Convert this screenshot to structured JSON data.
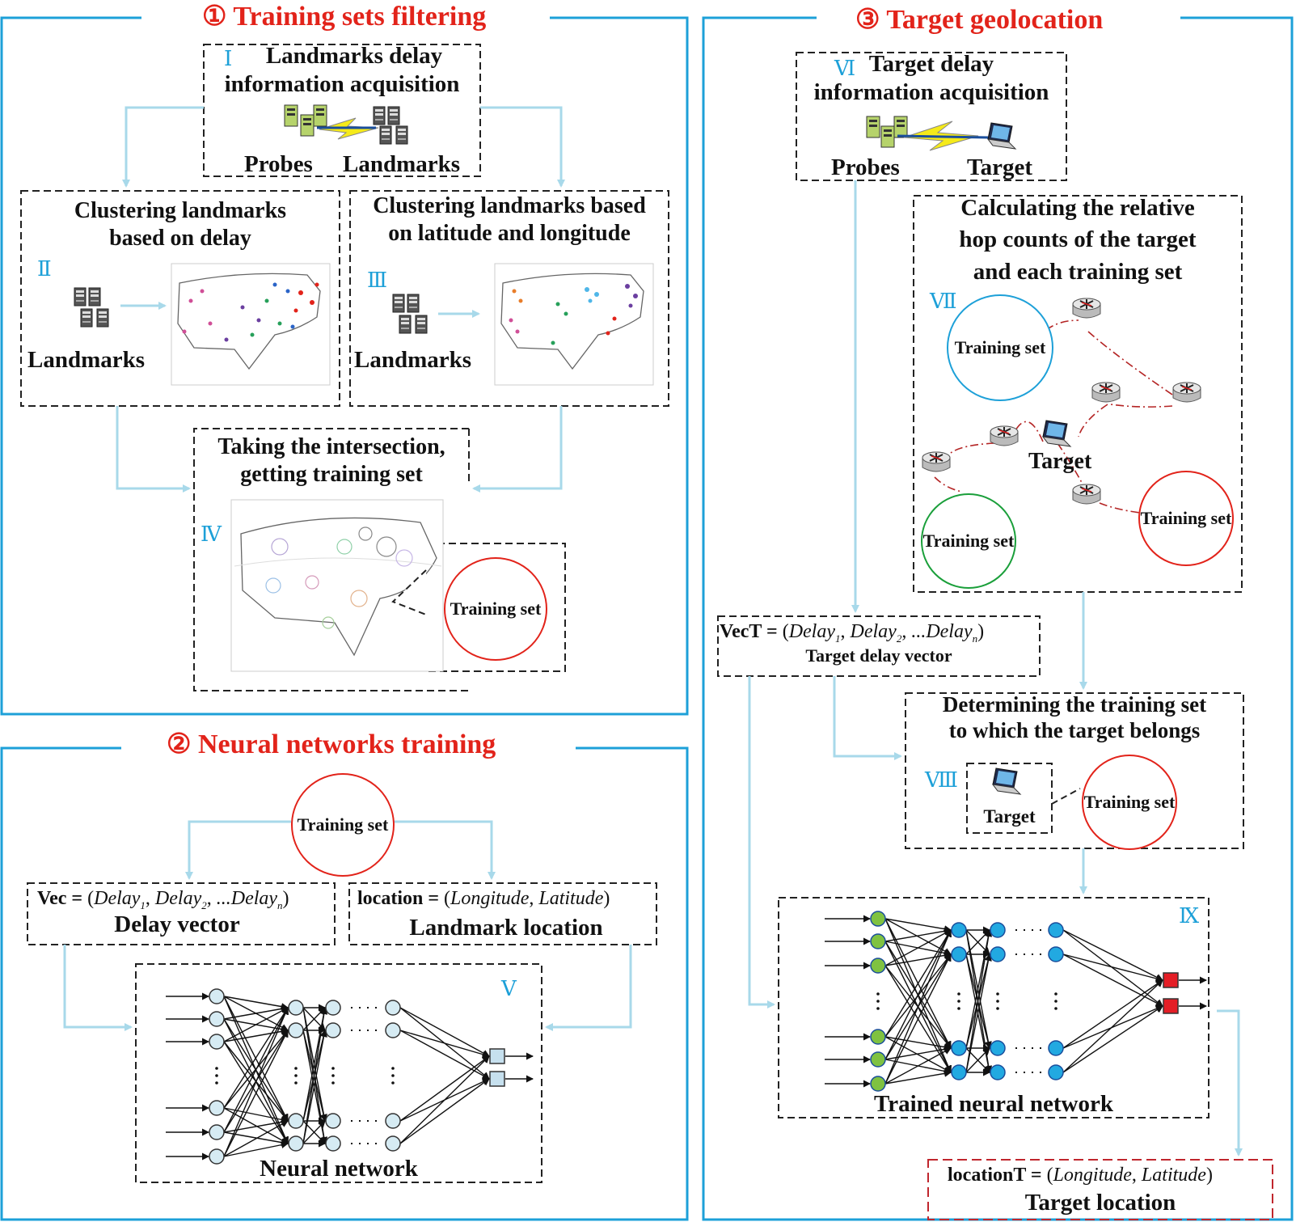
{
  "colors": {
    "accent": "#1da0d8",
    "title_red": "#e2231a",
    "arrow": "#a8d9ea",
    "green_node": "#7fc241",
    "blue_node": "#22a9e1",
    "red_out": "#e41e26",
    "gray_node": "#d6ebf3"
  },
  "sections": {
    "s1": {
      "num": "①",
      "title": "Training sets filtering"
    },
    "s2": {
      "num": "②",
      "title": "Neural networks training"
    },
    "s3": {
      "num": "③",
      "title": "Target geolocation"
    }
  },
  "steps": {
    "I": {
      "roman": "Ⅰ",
      "line1": "Landmarks delay",
      "line2": "information acquisition",
      "left": "Probes",
      "right": "Landmarks"
    },
    "II": {
      "roman": "Ⅱ",
      "line1": "Clustering landmarks",
      "line2": "based on delay",
      "caption": "Landmarks"
    },
    "III": {
      "roman": "Ⅲ",
      "line1": "Clustering landmarks based",
      "line2": "on latitude and longitude",
      "caption": "Landmarks"
    },
    "IV": {
      "roman": "Ⅳ",
      "line1": "Taking the intersection,",
      "line2": "getting training set",
      "circle": "Training set"
    },
    "V": {
      "roman": "Ⅴ",
      "caption": "Neural network"
    },
    "VI": {
      "roman": "Ⅵ",
      "line1": "Target delay",
      "line2": "information acquisition",
      "left": "Probes",
      "right": "Target"
    },
    "VII": {
      "roman": "Ⅶ",
      "line1": "Calculating the relative",
      "line2": "hop counts of the target",
      "line3": "and each training set",
      "target": "Target",
      "c1": "Training set",
      "c2": "Training set",
      "c3": "Training set"
    },
    "VIII": {
      "roman": "Ⅷ",
      "line1": "Determining the training set",
      "line2": "to which the target belongs",
      "target": "Target",
      "circle": "Training set"
    },
    "IX": {
      "roman": "Ⅸ",
      "caption": "Trained neural network"
    }
  },
  "training_set_top": "Training set",
  "vec": {
    "lhs": "Vec =",
    "d": "Delay",
    "s1": "1",
    "s2": "2",
    "sn": "n",
    "dots": "...",
    "caption": "Delay vector"
  },
  "location": {
    "lhs": "location =",
    "lon": "Longitude",
    "lat": "Latitude",
    "caption": "Landmark location"
  },
  "vect": {
    "lhs": "VecT =",
    "d": "Delay",
    "s1": "1",
    "s2": "2",
    "sn": "n",
    "dots": "...",
    "caption": "Target delay vector"
  },
  "locationT": {
    "lhs": "locationT =",
    "lon": "Longitude",
    "lat": "Latitude",
    "caption": "Target location"
  }
}
